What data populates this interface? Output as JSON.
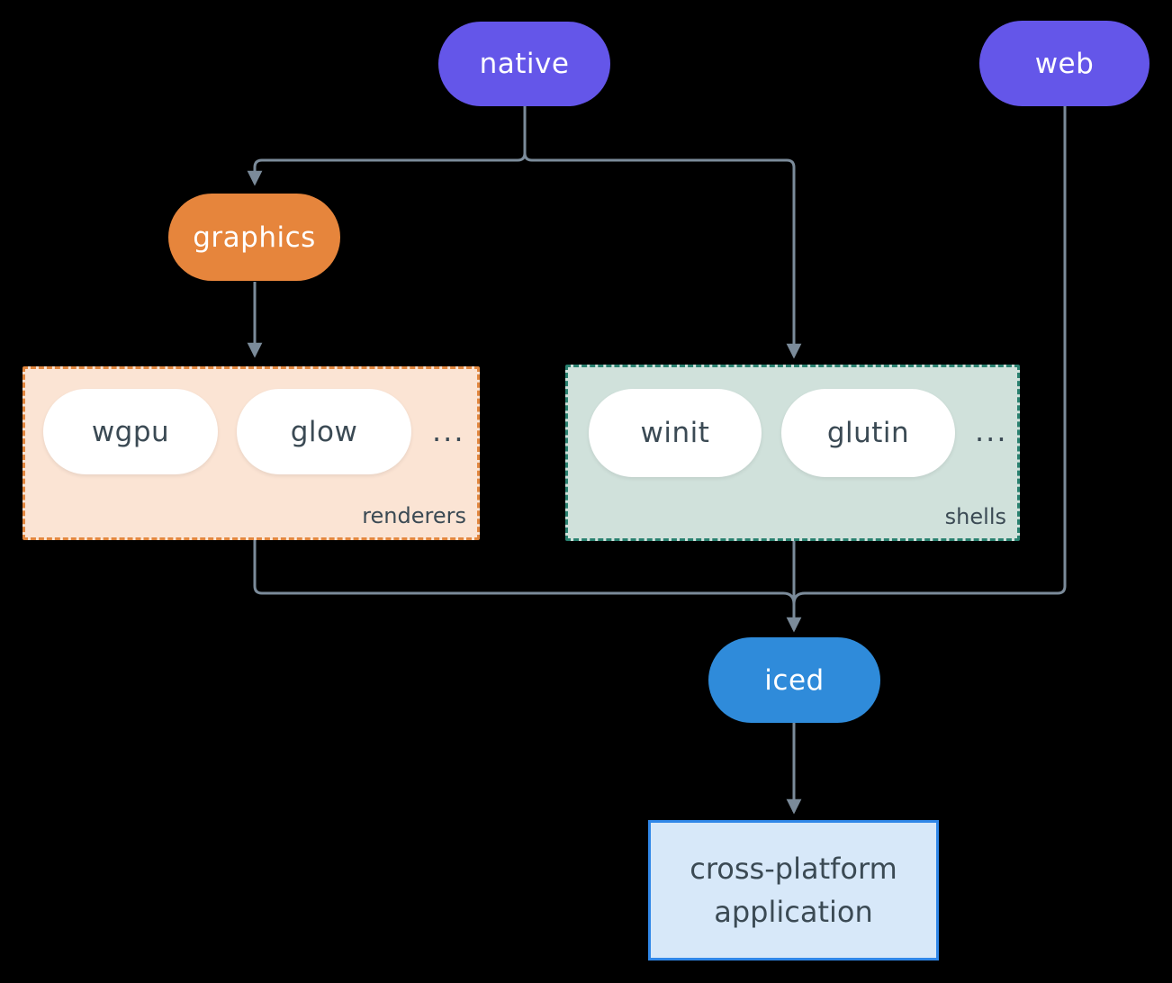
{
  "diagram": {
    "description": "iced ecosystem architecture diagram",
    "nodes": {
      "native": {
        "label": "native"
      },
      "web": {
        "label": "web"
      },
      "graphics": {
        "label": "graphics"
      },
      "wgpu": {
        "label": "wgpu"
      },
      "glow": {
        "label": "glow"
      },
      "winit": {
        "label": "winit"
      },
      "glutin": {
        "label": "glutin"
      },
      "iced": {
        "label": "iced"
      },
      "application": {
        "label_line1": "cross-platform",
        "label_line2": "application"
      }
    },
    "groups": {
      "renderers": {
        "label": "renderers",
        "ellipsis": "...",
        "members": [
          "wgpu",
          "glow"
        ]
      },
      "shells": {
        "label": "shells",
        "ellipsis": "...",
        "members": [
          "winit",
          "glutin"
        ]
      }
    },
    "edges": [
      {
        "from": "native",
        "to": "graphics"
      },
      {
        "from": "native",
        "to": "shells"
      },
      {
        "from": "graphics",
        "to": "renderers"
      },
      {
        "from": "renderers",
        "to": "iced"
      },
      {
        "from": "shells",
        "to": "iced"
      },
      {
        "from": "web",
        "to": "iced"
      },
      {
        "from": "iced",
        "to": "application"
      }
    ],
    "colors": {
      "background": "#000000",
      "purple_pill": "#6456e9",
      "orange_pill": "#e6853c",
      "blue_pill": "#2f8bda",
      "white_pill": "#ffffff",
      "renderers_fill": "#fbe4d4",
      "renderers_border": "#e2873f",
      "shells_fill": "#d0e1db",
      "shells_border": "#2a8170",
      "app_fill": "#d7e8f9",
      "app_border": "#3087e8",
      "edge_line": "#7b8b9a",
      "dark_text": "#3b4a54"
    }
  }
}
